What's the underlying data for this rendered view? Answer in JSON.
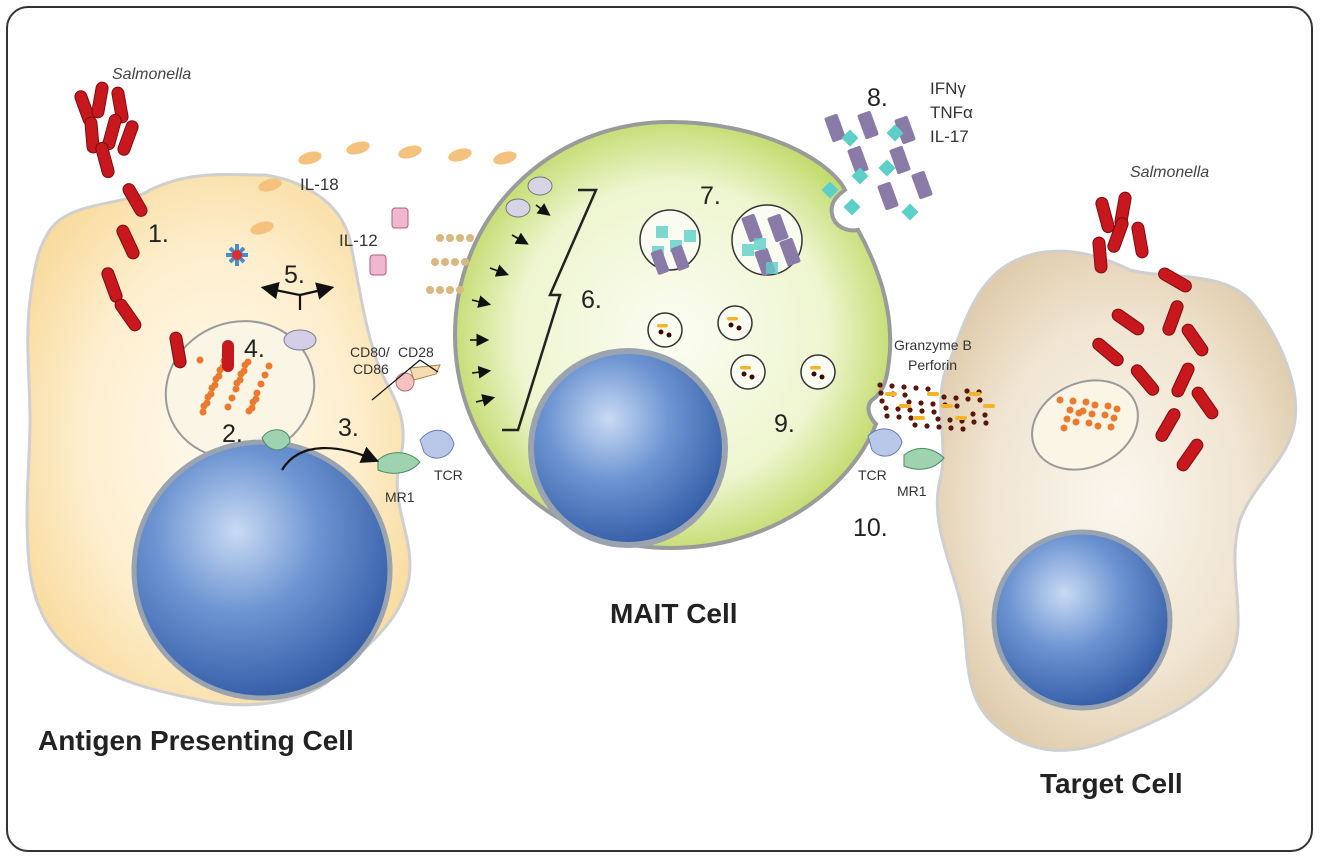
{
  "bacteria_left": "Salmonella",
  "bacteria_right": "Salmonella",
  "steps": [
    "1.",
    "2.",
    "3.",
    "4.",
    "5.",
    "6.",
    "7.",
    "8.",
    "9.",
    "10."
  ],
  "cytokines": {
    "il18": "IL-18",
    "il12": "IL-12",
    "released": [
      "IFNγ",
      "TNFα",
      "IL-17"
    ]
  },
  "molecules": {
    "cd80_line1": "CD80/",
    "cd80_line2": "CD86",
    "cd28": "CD28",
    "tcr_left": "TCR",
    "mr1_left": "MR1",
    "tcr_right": "TCR",
    "mr1_right": "MR1",
    "granzyme": "Granzyme B",
    "perforin": "Perforin"
  },
  "cells": {
    "apc": "Antigen Presenting Cell",
    "mait": "MAIT Cell",
    "target": "Target Cell"
  },
  "colors": {
    "apc_fill": "#fde7b8",
    "mait_fill": "#e4f0b4",
    "target_fill": "#e8d9c0",
    "nucleus": "#3e6bb5",
    "bacteria": "#c8181e",
    "granule_purple": "#8a7aa8",
    "granule_cyan": "#5ccfc8"
  }
}
